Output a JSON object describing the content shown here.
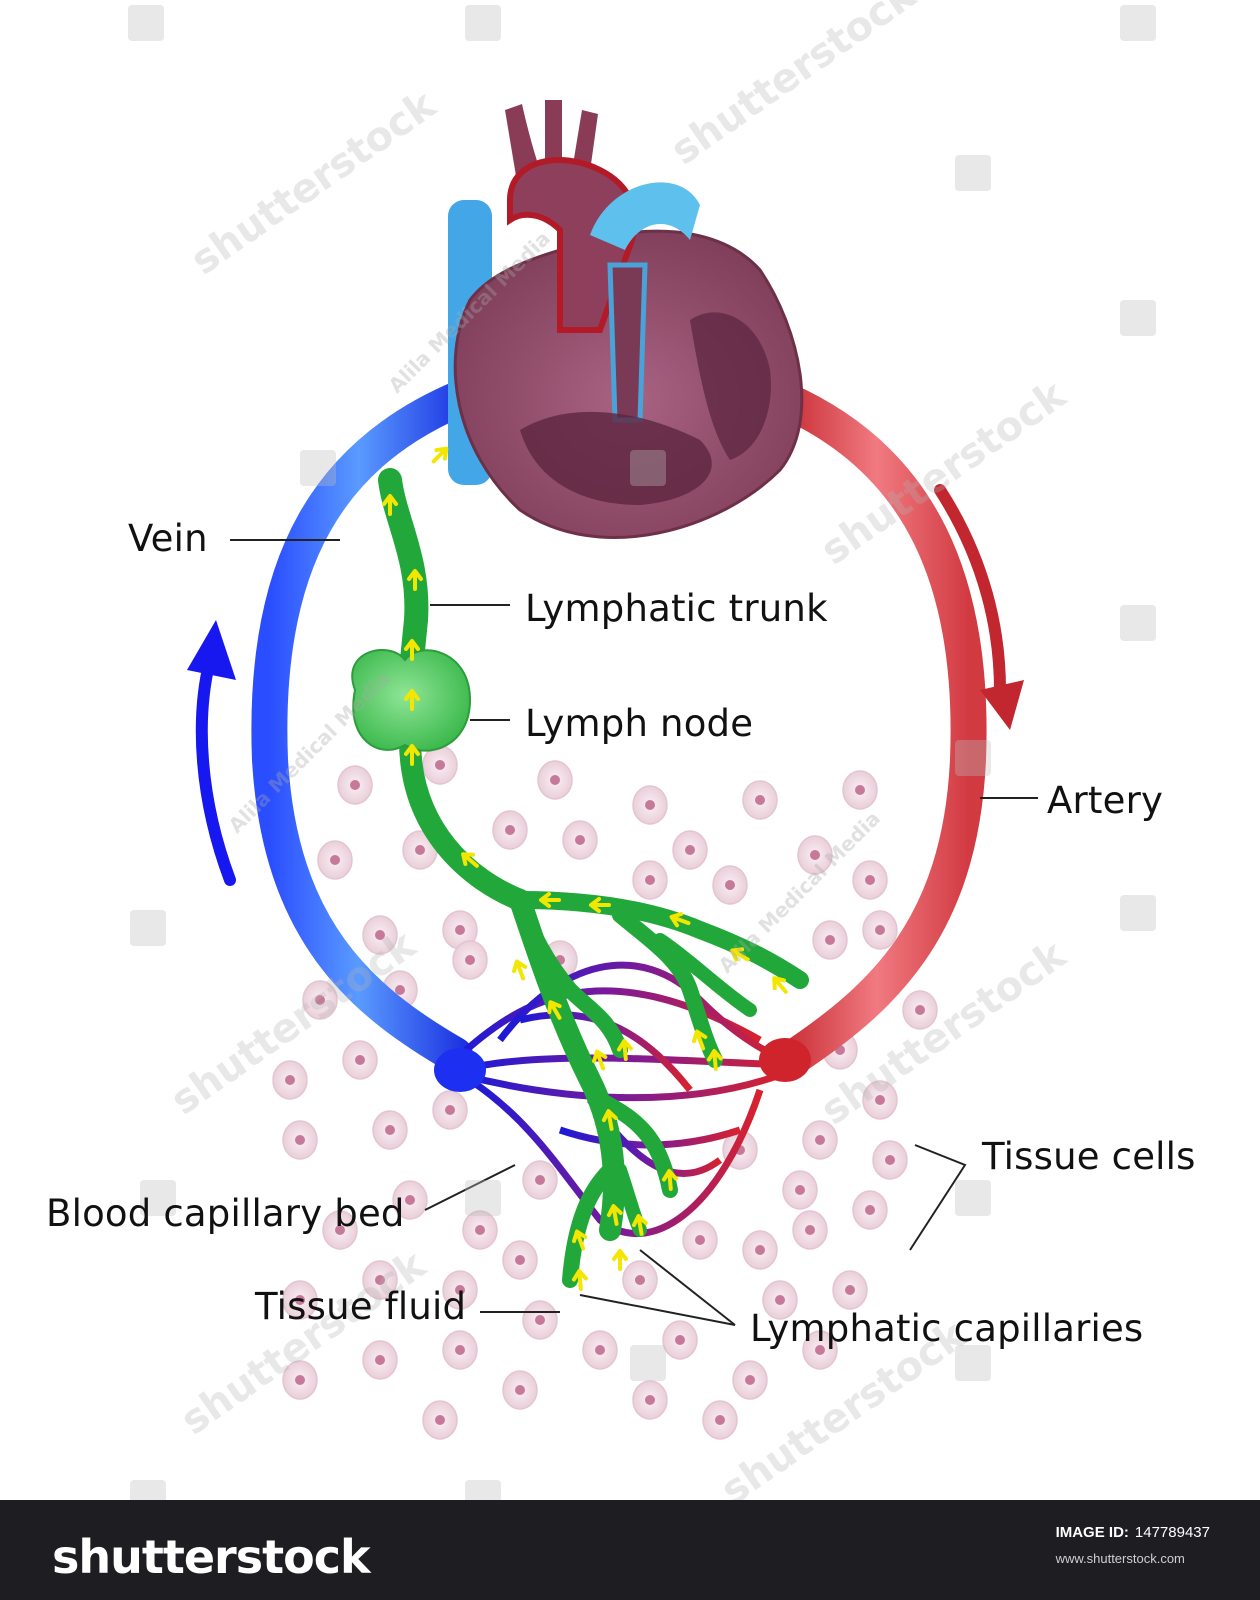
{
  "labels": {
    "vein": "Vein",
    "lymphatic_trunk": "Lymphatic trunk",
    "lymph_node": "Lymph node",
    "artery": "Artery",
    "tissue_cells": "Tissue cells",
    "blood_capillary_bed": "Blood capillary bed",
    "tissue_fluid": "Tissue fluid",
    "lymphatic_capillaries": "Lymphatic capillaries"
  },
  "watermarks": {
    "brand": "shutterstock",
    "author": "Alila Medical Media"
  },
  "footer": {
    "brand": "shutterstock",
    "image_id_label": "IMAGE ID:",
    "image_id": "147789437",
    "url": "www.shutterstock.com"
  },
  "colors": {
    "vein": "#1a3cff",
    "artery": "#e2474f",
    "lymph": "#22a83a",
    "lymph_node": "#5fd06a",
    "flow_arrow": "#f3e600",
    "heart": "#8b4a64",
    "cell": "#f3e4ea",
    "capillary_mid": "#7a1a9a"
  }
}
